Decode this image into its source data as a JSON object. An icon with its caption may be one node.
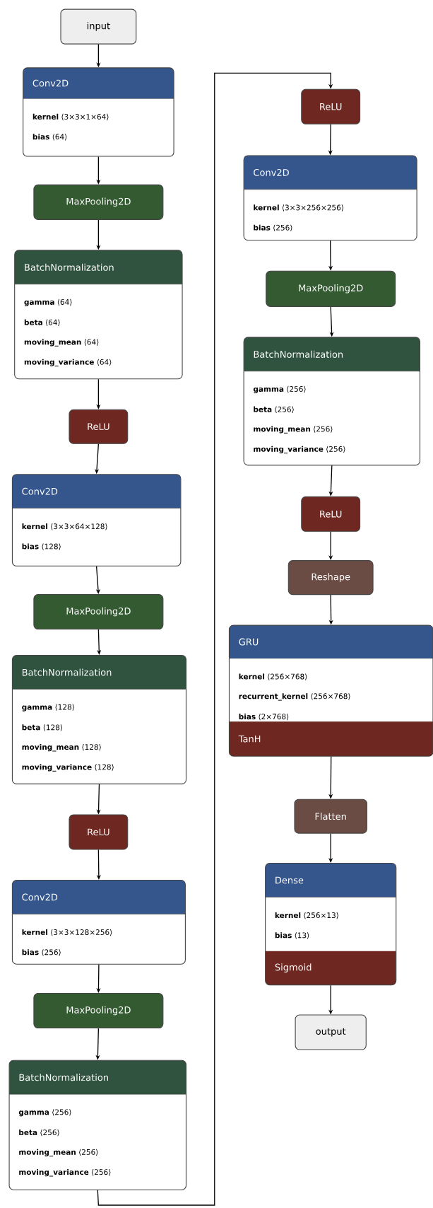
{
  "diagram": {
    "nodes": [
      {
        "text": [
          "input"
        ]
      },
      {
        "text": [
          "Conv2D",
          "**kernel** ⟨3×3×1×64⟩",
          "**bias** ⟨64⟩"
        ]
      },
      {
        "text": [
          "MaxPooling2D"
        ]
      },
      {
        "text": [
          "BatchNormalization",
          "**gamma** ⟨64⟩",
          "**beta** ⟨64⟩",
          "**moving_mean** ⟨64⟩",
          "**moving_variance** ⟨64⟩"
        ]
      },
      {
        "text": [
          "ReLU"
        ]
      },
      {
        "text": [
          "Conv2D",
          "**kernel** ⟨3×3×64×128⟩",
          "**bias** ⟨128⟩"
        ]
      },
      {
        "text": [
          "MaxPooling2D"
        ]
      },
      {
        "text": [
          "BatchNormalization",
          "**gamma** ⟨128⟩",
          "**beta** ⟨128⟩",
          "**moving_mean** ⟨128⟩",
          "**moving_variance** ⟨128⟩"
        ]
      },
      {
        "text": [
          "ReLU"
        ]
      },
      {
        "text": [
          "Conv2D",
          "**kernel** ⟨3×3×128×256⟩",
          "**bias** ⟨256⟩"
        ]
      },
      {
        "text": [
          "MaxPooling2D"
        ]
      },
      {
        "text": [
          "BatchNormalization",
          "**gamma** ⟨256⟩",
          "**beta** ⟨256⟩",
          "**moving_mean** ⟨256⟩",
          "**moving_variance** ⟨256⟩"
        ]
      },
      {
        "text": [
          "ReLU"
        ]
      },
      {
        "text": [
          "Conv2D",
          "**kernel** ⟨3×3×256×256⟩",
          "**bias** ⟨256⟩"
        ]
      },
      {
        "text": [
          "MaxPooling2D"
        ]
      },
      {
        "text": [
          "BatchNormalization",
          "**gamma** ⟨256⟩",
          "**beta** ⟨256⟩",
          "**moving_mean** ⟨256⟩",
          "**moving_variance** ⟨256⟩"
        ]
      },
      {
        "text": [
          "ReLU"
        ]
      },
      {
        "text": [
          "Reshape"
        ]
      },
      {
        "text": [
          "GRU",
          "**kernel** ⟨256×768⟩",
          "**recurrent_kernel** ⟨256×768⟩",
          "**bias** ⟨2×768⟩",
          "TanH"
        ]
      },
      {
        "text": [
          "Flatten"
        ]
      },
      {
        "text": [
          "Dense",
          "**kernel** ⟨256×13⟩",
          "**bias** ⟨13⟩",
          "Sigmoid"
        ]
      },
      {
        "text": [
          "output"
        ]
      }
    ],
    "edges": [
      {
        "from": 0,
        "to": 1,
        "arrow": "to"
      },
      {
        "from": 1,
        "to": 2,
        "arrow": "to"
      },
      {
        "from": 2,
        "to": 3,
        "arrow": "to"
      },
      {
        "from": 3,
        "to": 4,
        "arrow": "to"
      },
      {
        "from": 4,
        "to": 5,
        "arrow": "to"
      },
      {
        "from": 5,
        "to": 6,
        "arrow": "to"
      },
      {
        "from": 6,
        "to": 7,
        "arrow": "to"
      },
      {
        "from": 7,
        "to": 8,
        "arrow": "to"
      },
      {
        "from": 8,
        "to": 9,
        "arrow": "to"
      },
      {
        "from": 9,
        "to": 10,
        "arrow": "to"
      },
      {
        "from": 10,
        "to": 11,
        "arrow": "to"
      },
      {
        "from": 11,
        "to": 12,
        "arrow": "to"
      },
      {
        "from": 12,
        "to": 13,
        "arrow": "to"
      },
      {
        "from": 13,
        "to": 14,
        "arrow": "to"
      },
      {
        "from": 14,
        "to": 15,
        "arrow": "to"
      },
      {
        "from": 15,
        "to": 16,
        "arrow": "to"
      },
      {
        "from": 16,
        "to": 17,
        "arrow": "to"
      },
      {
        "from": 17,
        "to": 18,
        "arrow": "to"
      },
      {
        "from": 18,
        "to": 19,
        "arrow": "to"
      },
      {
        "from": 19,
        "to": 20,
        "arrow": "to"
      },
      {
        "from": 20,
        "to": 21,
        "arrow": "to"
      }
    ]
  }
}
